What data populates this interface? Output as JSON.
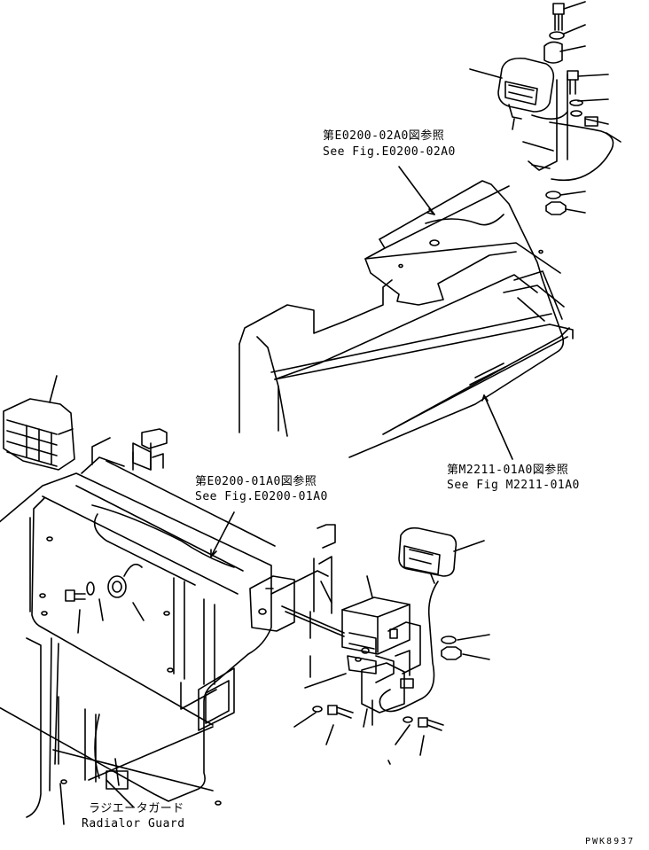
{
  "references": {
    "top": {
      "line_jp": "第E0200-02A0図参照",
      "line_en": "See Fig.E0200-02A0"
    },
    "middle": {
      "line_jp": "第E0200-01A0図参照",
      "line_en": "See Fig.E0200-01A0"
    },
    "right": {
      "line_jp": "第M2211-01A0図参照",
      "line_en": "See Fig M2211-01A0"
    }
  },
  "radiator_guard": {
    "line_jp": "ラジエータガード",
    "line_en": "Radialor Guard"
  },
  "drawing_code": "PWK8937",
  "colors": {
    "ink": "#000000",
    "paper": "#ffffff"
  }
}
